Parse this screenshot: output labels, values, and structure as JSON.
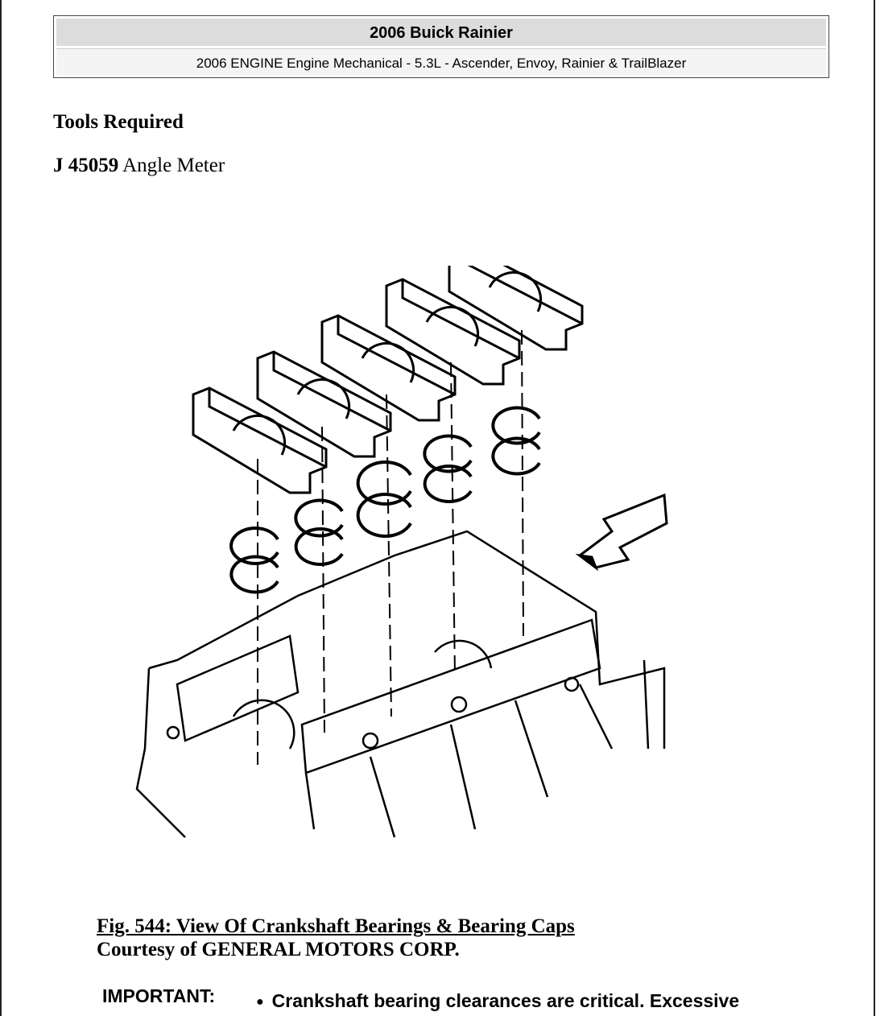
{
  "header": {
    "title": "2006 Buick Rainier",
    "subtitle": "2006 ENGINE Engine Mechanical - 5.3L - Ascender, Envoy, Rainier & TrailBlazer"
  },
  "tools_heading": "Tools Required",
  "tool": {
    "number": "J 45059",
    "name": "Angle Meter"
  },
  "figure": {
    "caption": "Fig. 544: View Of Crankshaft Bearings & Bearing Caps",
    "courtesy": "Courtesy of GENERAL MOTORS CORP."
  },
  "important": {
    "label": "IMPORTANT:",
    "bullet": "Crankshaft bearing clearances are critical. Excessive"
  }
}
